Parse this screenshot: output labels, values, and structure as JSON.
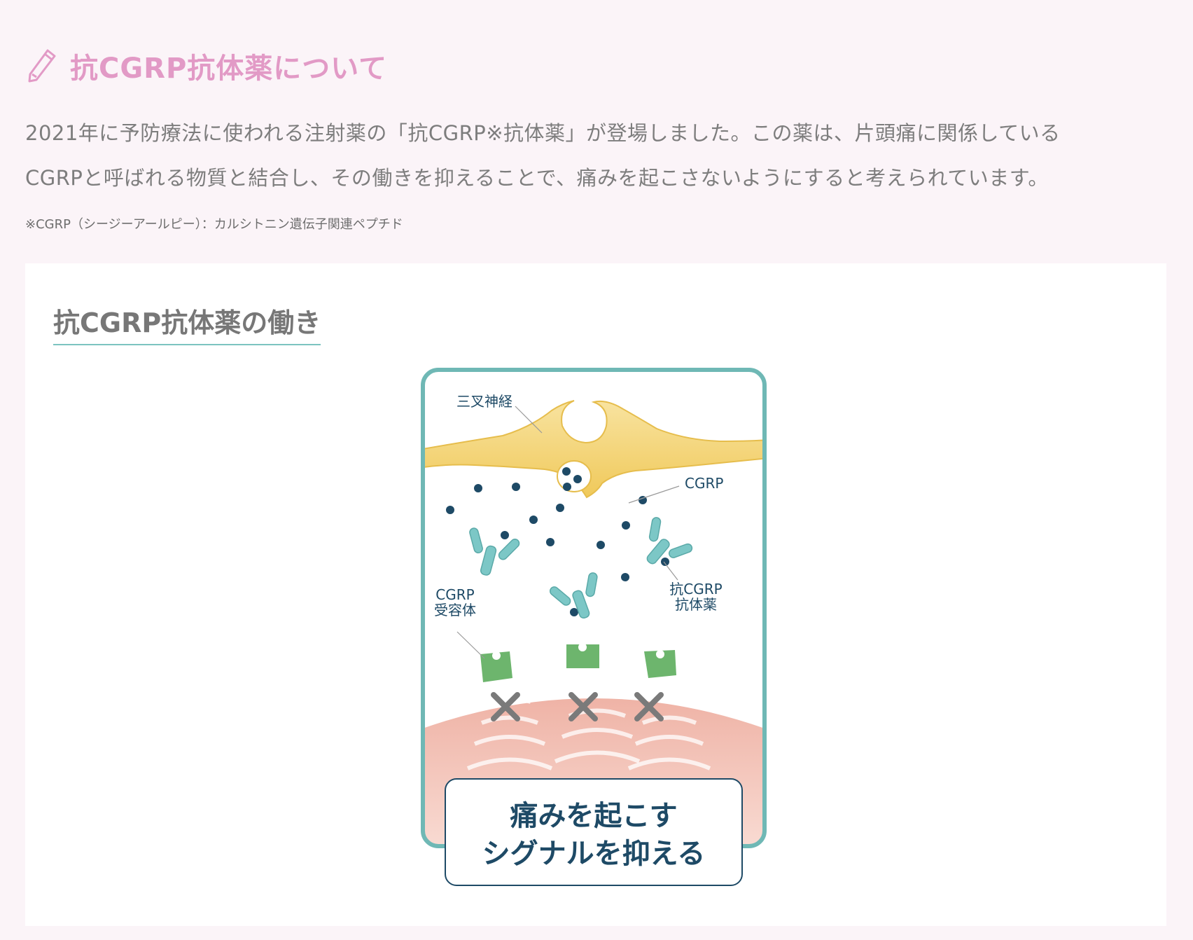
{
  "header": {
    "icon": "pencil-icon",
    "title": "抗CGRP抗体薬について"
  },
  "intro": {
    "line1": "2021年に予防療法に使われる注射薬の「抗CGRP※抗体薬」が登場しました。この薬は、片頭痛に関係している",
    "line2": "CGRPと呼ばれる物質と結合し、その働きを抑えることで、痛みを起こさないようにすると考えられています。"
  },
  "footnote": "※CGRP（シージーアールピー）：カルシトニン遺伝子関連ペプチド",
  "card": {
    "title": "抗CGRP抗体薬の働き"
  },
  "diagram": {
    "labels": {
      "nerve": "三叉神経",
      "cgrp": "CGRP",
      "antibody_line1": "抗CGRP",
      "antibody_line2": "抗体薬",
      "receptor_line1": "CGRP",
      "receptor_line2": "受容体"
    },
    "caption_line1": "痛みを起こす",
    "caption_line2": "シグナルを抑える",
    "colors": {
      "frame": "#6fb8b5",
      "nerve": "#f2cf5c",
      "dot": "#1e4a66",
      "antibody": "#7cc7c6",
      "receptor": "#6db56d",
      "tissue": "#f4c3b8",
      "cross": "#7a7a7a",
      "caption_text": "#1e4a66"
    }
  }
}
